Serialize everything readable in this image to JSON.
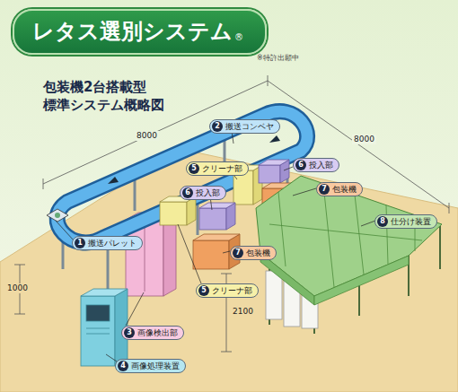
{
  "diagram": {
    "title": "レタス選別システム",
    "nodes": [
      {
        "text": [
          "2",
          "搬送コンベヤ"
        ]
      },
      {
        "text": [
          "6",
          "投入部"
        ]
      },
      {
        "text": [
          "5",
          "クリーナ部"
        ]
      },
      {
        "text": [
          "6",
          "投入部"
        ]
      },
      {
        "text": [
          "7",
          "包装機"
        ]
      },
      {
        "text": [
          "8",
          "仕分け装置"
        ]
      },
      {
        "text": [
          "1",
          "搬送パレット"
        ]
      },
      {
        "text": [
          "7",
          "包装機"
        ]
      },
      {
        "text": [
          "5",
          "クリーナ部"
        ]
      },
      {
        "text": [
          "3",
          "画像検出部"
        ]
      },
      {
        "text": [
          "4",
          "画像処理装置"
        ]
      }
    ],
    "labels": [
      "®",
      "※特許出願中",
      "包装機2台搭載型",
      "標準システム概略図",
      "8000",
      "8000",
      "1000",
      "2100"
    ]
  }
}
